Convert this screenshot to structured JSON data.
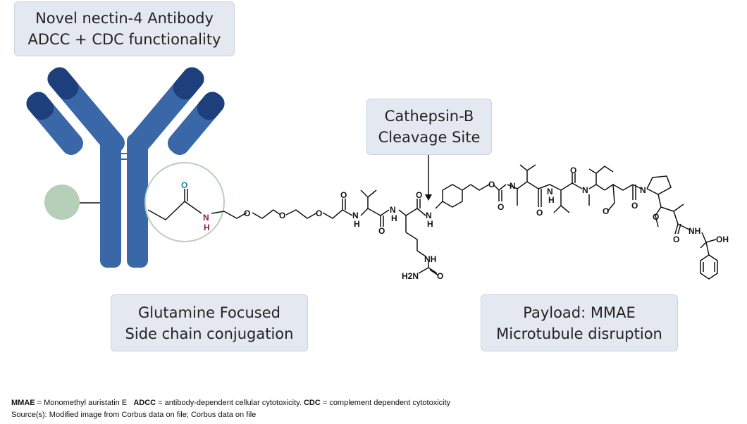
{
  "callouts": {
    "antibody": {
      "line1": "Novel nectin-4 Antibody",
      "line2": "ADCC + CDC functionality"
    },
    "cathepsin": {
      "line1": "Cathepsin-B",
      "line2": "Cleavage Site"
    },
    "glutamine": {
      "line1": "Glutamine Focused",
      "line2": "Side chain conjugation"
    },
    "payload": {
      "line1": "Payload: MMAE",
      "line2": "Microtubule disruption"
    }
  },
  "atoms": {
    "amide_o": "O",
    "amide_nh_n": "N",
    "amide_nh_h": "H",
    "ether_o": "O",
    "carbonyl_o": "O",
    "nh": "NH",
    "n": "N",
    "h": "H",
    "h2n": "H2N",
    "oh": "OH"
  },
  "footnotes": {
    "abbrev_mmae_key": "MMAE",
    "abbrev_mmae_val": " = Monomethyl auristatin E   ",
    "abbrev_adcc_key": "ADCC",
    "abbrev_adcc_val": " = antibody-dependent cellular cytotoxicity. ",
    "abbrev_cdc_key": "CDC",
    "abbrev_cdc_val": " = complement dependent cytotoxicity",
    "source": "Source(s): Modified image from Corbus data on file; Corbus data on file"
  },
  "colors": {
    "antibody_blue": "#3a67a8",
    "antibody_dark": "#1d3f7c",
    "bead_green": "#b5cfb8",
    "circle_stroke": "#b8d0b8",
    "amide_o_color": "#1f7a9a",
    "amide_nh_color": "#8a1a4a"
  }
}
